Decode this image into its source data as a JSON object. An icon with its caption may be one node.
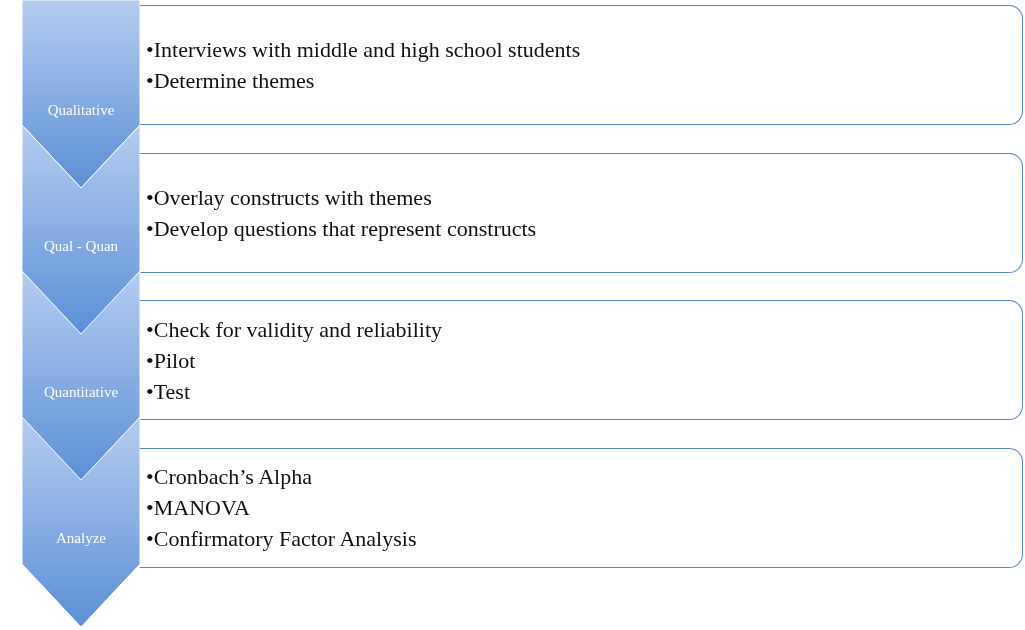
{
  "diagram": {
    "nodes": [
      {
        "text": [
          "Qualitative"
        ]
      },
      {
        "text": [
          "•Interviews with middle and high school students",
          "•Determine themes"
        ]
      },
      {
        "text": [
          "Qual - Quan"
        ]
      },
      {
        "text": [
          "•Overlay constructs with themes",
          "•Develop questions that represent constructs"
        ]
      },
      {
        "text": [
          "Quantitative"
        ]
      },
      {
        "text": [
          "•Check for validity and reliability",
          "•Pilot",
          "•Test"
        ]
      },
      {
        "text": [
          "Analyze"
        ]
      },
      {
        "text": [
          "•Cronbach’s Alpha",
          "•MANOVA",
          "•Confirmatory Factor Analysis"
        ]
      }
    ]
  }
}
